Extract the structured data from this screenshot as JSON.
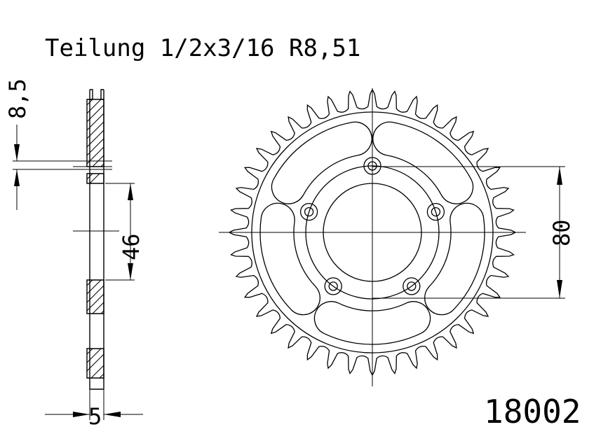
{
  "header": {
    "title": "Teilung 1/2x3/16 R8,51"
  },
  "dimensions": {
    "offset": "8,5",
    "hub_diameter": "46",
    "bolt_circle": "80",
    "thickness": "5"
  },
  "part_number": "18002",
  "sprocket": {
    "teeth": 40,
    "bolt_holes": 5,
    "lightening_slots": 5
  }
}
